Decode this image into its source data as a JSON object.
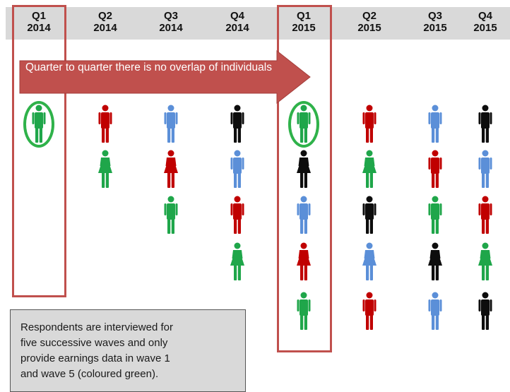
{
  "colors": {
    "green": "#1fa64a",
    "red": "#c00000",
    "blue": "#5b8fd8",
    "black": "#0d0d0d",
    "header_band": "#d9d9d9",
    "highlight": "#c0504d",
    "arrow_fill": "#c0504d",
    "circle": "#2fb24a"
  },
  "quarters": [
    {
      "q": "Q1",
      "year": "2014",
      "people": [
        {
          "color": "green",
          "sex": "male"
        }
      ]
    },
    {
      "q": "Q2",
      "year": "2014",
      "people": [
        {
          "color": "red",
          "sex": "male"
        },
        {
          "color": "green",
          "sex": "female"
        }
      ]
    },
    {
      "q": "Q3",
      "year": "2014",
      "people": [
        {
          "color": "blue",
          "sex": "male"
        },
        {
          "color": "red",
          "sex": "female"
        },
        {
          "color": "green",
          "sex": "male"
        }
      ]
    },
    {
      "q": "Q4",
      "year": "2014",
      "people": [
        {
          "color": "black",
          "sex": "male"
        },
        {
          "color": "blue",
          "sex": "male"
        },
        {
          "color": "red",
          "sex": "male"
        },
        {
          "color": "green",
          "sex": "female"
        }
      ]
    },
    {
      "q": "Q1",
      "year": "2015",
      "people": [
        {
          "color": "green",
          "sex": "male"
        },
        {
          "color": "black",
          "sex": "female"
        },
        {
          "color": "blue",
          "sex": "male"
        },
        {
          "color": "red",
          "sex": "female"
        },
        {
          "color": "green",
          "sex": "male"
        }
      ]
    },
    {
      "q": "Q2",
      "year": "2015",
      "people": [
        {
          "color": "red",
          "sex": "male"
        },
        {
          "color": "green",
          "sex": "female"
        },
        {
          "color": "black",
          "sex": "male"
        },
        {
          "color": "blue",
          "sex": "female"
        },
        {
          "color": "red",
          "sex": "male"
        }
      ]
    },
    {
      "q": "Q3",
      "year": "2015",
      "people": [
        {
          "color": "blue",
          "sex": "male"
        },
        {
          "color": "red",
          "sex": "male"
        },
        {
          "color": "green",
          "sex": "male"
        },
        {
          "color": "black",
          "sex": "female"
        },
        {
          "color": "blue",
          "sex": "male"
        }
      ]
    },
    {
      "q": "Q4",
      "year": "2015",
      "people": [
        {
          "color": "black",
          "sex": "male"
        },
        {
          "color": "blue",
          "sex": "male"
        },
        {
          "color": "red",
          "sex": "male"
        },
        {
          "color": "green",
          "sex": "female"
        },
        {
          "color": "black",
          "sex": "male"
        }
      ]
    }
  ],
  "arrow_text": "Quarter to quarter there is no overlap of individuals",
  "note": {
    "lines": [
      "Respondents are interviewed for",
      "five successive waves and only",
      "provide earnings data in wave 1",
      "and wave 5 (coloured green)."
    ]
  }
}
